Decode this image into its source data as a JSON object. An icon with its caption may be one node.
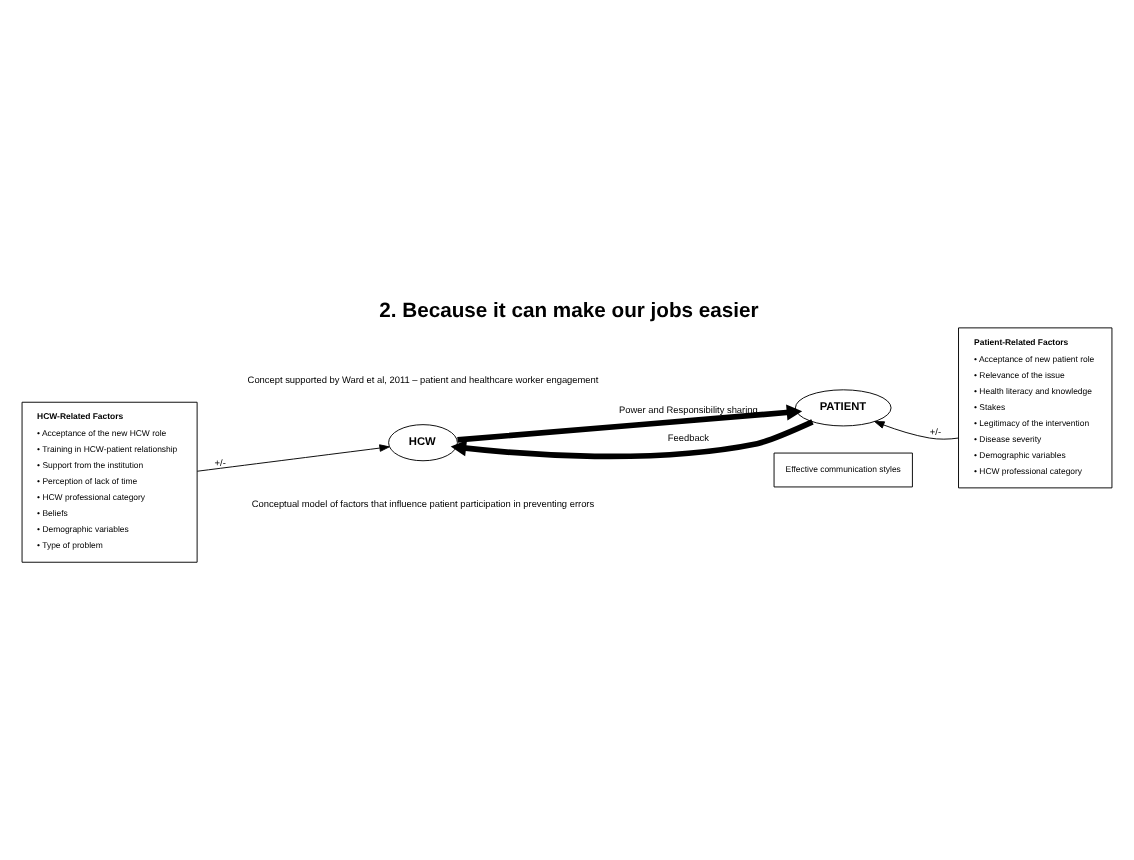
{
  "diagram": {
    "title": "2. Because it can make our jobs easier",
    "nodes": [
      {
        "text": [
          "HCW-Related Factors",
          "• Acceptance of the new HCW role",
          "• Training in HCW-patient relationship",
          "• Support from the institution",
          "• Perception of lack of time",
          "• HCW professional category",
          "• Beliefs",
          "• Demographic variables",
          "• Type of problem"
        ]
      },
      {
        "text": [
          "HCW"
        ]
      },
      {
        "text": [
          "PATIENT"
        ]
      },
      {
        "text": [
          "Patient-Related Factors",
          "• Acceptance of new patient role",
          "• Relevance of the issue",
          "• Health literacy and knowledge",
          "• Stakes",
          "• Legitimacy of the intervention",
          "• Disease severity",
          "• Demographic variables",
          "• HCW professional category"
        ]
      },
      {
        "text": [
          "Effective communication styles"
        ]
      }
    ],
    "edges": [
      {
        "from": 0,
        "to": 1,
        "arrow": "to",
        "label": "+/-"
      },
      {
        "from": 3,
        "to": 2,
        "arrow": "to",
        "label": "+/-"
      },
      {
        "from": 1,
        "to": 2,
        "arrow": "to",
        "label": "Power and Responsibility sharing",
        "style": "thick"
      },
      {
        "from": 2,
        "to": 1,
        "arrow": "to",
        "label": "Feedback",
        "style": "thick"
      }
    ],
    "labels": [
      "Conceptual model of factors that influence patient participation in preventing errors",
      "Concept supported by Ward et al, 2011 – patient and healthcare worker engagement"
    ]
  }
}
